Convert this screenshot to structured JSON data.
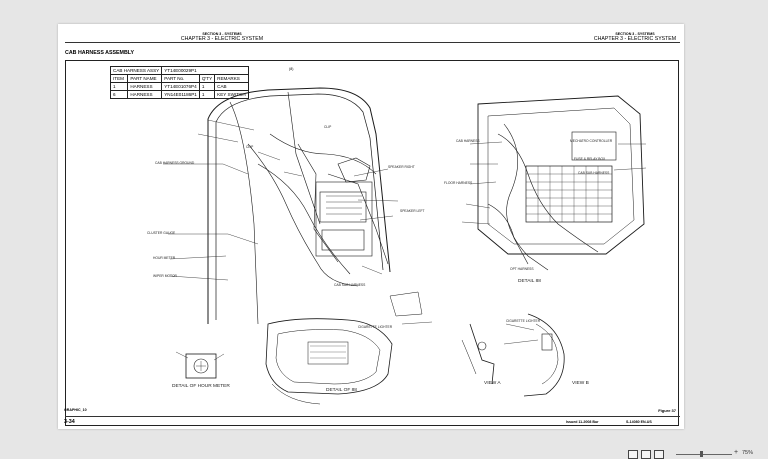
{
  "header": {
    "left_section": "SECTION 3 - SYSTEMS",
    "left_chapter": "CHAPTER 3 - ELECTRIC SYSTEM",
    "right_section": "SECTION 3 - SYSTEMS",
    "right_chapter": "CHAPTER 3 - ELECTRIC SYSTEM"
  },
  "title": "CAB HARNESS ASSEMBLY",
  "parts_table": {
    "title": "CAB HARNESS ASSY",
    "title_part": "YT14E00029P1",
    "title_code": "(8)",
    "headers": [
      "ITEM",
      "PART NAME",
      "PART No.",
      "Q'TY",
      "REMARKS"
    ],
    "rows": [
      [
        "1",
        "HARNESS",
        "YT14E01076P4",
        "1",
        "CAB"
      ],
      [
        "6",
        "HARNESS",
        "YN14E01186P1",
        "1",
        "KEY SWITCH"
      ]
    ]
  },
  "callouts": {
    "hour_meter": "DETAIL OF HOUR METER",
    "detail_88": "DETAIL 88",
    "detail_bb": "DETAIL OF 88",
    "view_a": "VIEW A",
    "view_b": "VIEW B",
    "cigarette_lighter": "CIGARETTE LIGHTER",
    "cab_harness": "CAB HARNESS",
    "cab_sub_harness": "CAB SUB HARNESS",
    "speaker_right": "SPEAKER RIGHT",
    "speaker_left": "SPEAKER LEFT",
    "floor_harness": "FLOOR HARNESS",
    "opt_harness": "OPT HARNESS",
    "mechatro_controller": "MECHATRO CONTROLLER",
    "fuse_relay_box": "FUSE & RELAY BOX",
    "cluster_gauge": "CLUSTER GAUGE",
    "hour_meter_lbl": "HOUR METER",
    "wiper_motor": "WIPER MOTOR",
    "clip": "CLIP",
    "cab_harness_ground": "CAB HARNESS GROUND"
  },
  "footer": {
    "graphic_id": "GRAPHIC_10",
    "figure": "Figure 37",
    "page": "3-34",
    "issued": "Issued 11-2008   Bur",
    "doc_no": "S-14080 EN-US"
  },
  "viewer": {
    "zoom": "75%"
  }
}
